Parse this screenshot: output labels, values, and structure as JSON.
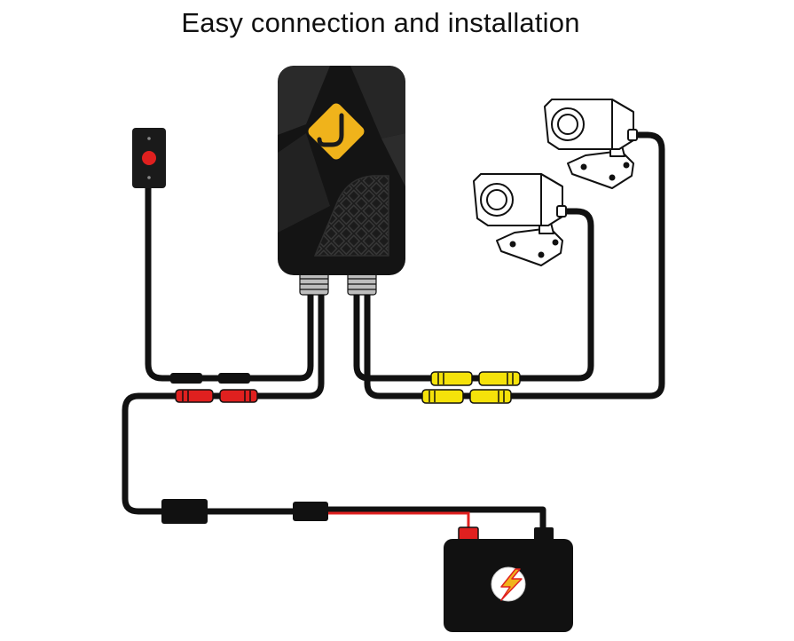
{
  "title": "Easy connection and installation",
  "colors": {
    "cable": "#111111",
    "connector_power": "#e0201f",
    "connector_camera": "#f5e20a",
    "logo_badge": "#f0b31b",
    "positive_wire": "#e0201f",
    "button_light": "#e0201f",
    "background": "#ffffff"
  },
  "icons": [
    "dvr-main-unit",
    "logo-j-icon",
    "remote-button",
    "camera-front",
    "camera-rear",
    "car-battery",
    "lightning-icon"
  ]
}
